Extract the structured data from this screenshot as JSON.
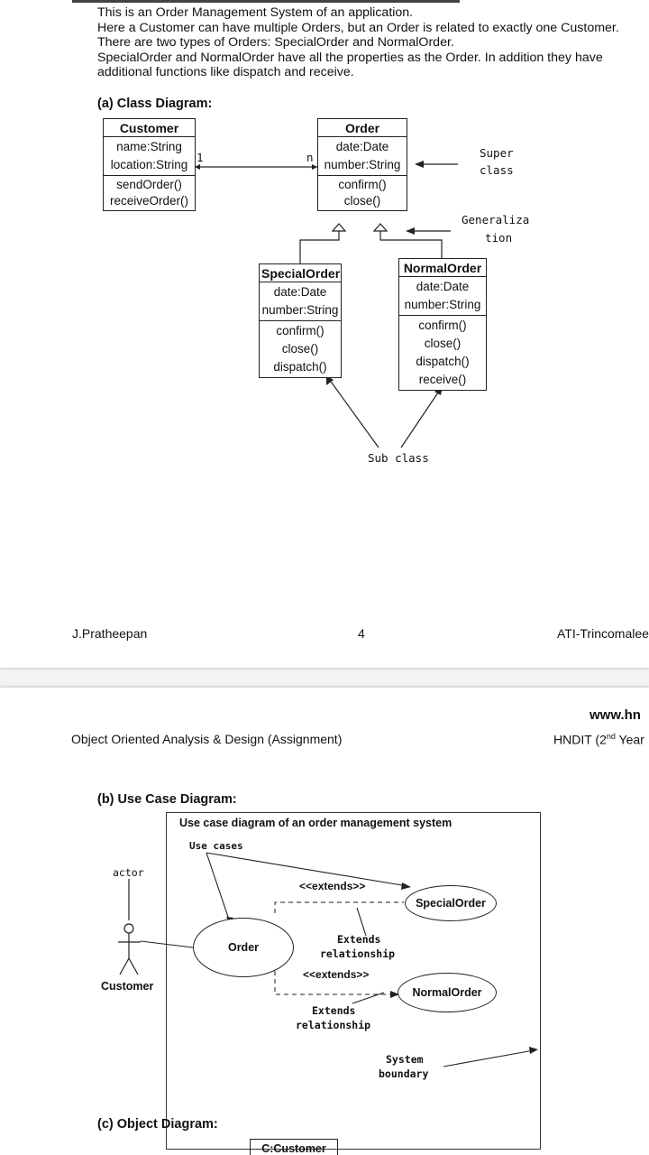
{
  "intro": {
    "lines": [
      "This is an Order Management System of an application.",
      "Here a Customer can have multiple Orders, but an Order is related to exactly one Customer.",
      "There are two types of Orders: SpecialOrder and NormalOrder.",
      "SpecialOrder and NormalOrder have all the properties as the Order. In addition they have",
      "additional functions like dispatch and receive."
    ]
  },
  "class_diagram": {
    "heading": "(a) Class Diagram:",
    "customer": {
      "name": "Customer",
      "attrs": [
        "name:String",
        "location:String"
      ],
      "methods": [
        "sendOrder()",
        "receiveOrder()"
      ]
    },
    "order": {
      "name": "Order",
      "attrs": [
        "date:Date",
        "number:String"
      ],
      "methods": [
        "confirm()",
        "close()"
      ]
    },
    "special": {
      "name": "SpecialOrder",
      "attrs": [
        "date:Date",
        "number:String"
      ],
      "methods": [
        "confirm()",
        "close()",
        "dispatch()"
      ]
    },
    "normal": {
      "name": "NormalOrder",
      "attrs": [
        "date:Date",
        "number:String"
      ],
      "methods": [
        "confirm()",
        "close()",
        "dispatch()",
        "receive()"
      ]
    },
    "mult_one": "1",
    "mult_n": "n",
    "label_super_1": "Super",
    "label_super_2": "class",
    "label_gen_1": "Generaliza",
    "label_gen_2": "tion",
    "label_sub": "Sub class"
  },
  "footer": {
    "left": "J.Pratheepan",
    "center": "4",
    "right": "ATI-Trincomalee"
  },
  "page2_header": {
    "url": "www.hn",
    "course": "Object Oriented Analysis & Design (Assignment)",
    "year_prefix": "HNDIT (2",
    "year_sup": "nd",
    "year_suffix": " Year"
  },
  "use_case": {
    "heading": "(b) Use Case Diagram:",
    "box_title": "Use case diagram of an order management system",
    "use_cases_label": "Use cases",
    "actor_label": "actor",
    "actor_name": "Customer",
    "uc_order": "Order",
    "uc_special": "SpecialOrder",
    "uc_normal": "NormalOrder",
    "extends_1": "<<extends>>",
    "extends_2": "<<extends>>",
    "ext_rel_1a": "Extends",
    "ext_rel_1b": "relationship",
    "ext_rel_2a": "Extends",
    "ext_rel_2b": "relationship",
    "sys_1": "System",
    "sys_2": "boundary"
  },
  "object_diagram": {
    "heading": "(c) Object Diagram:",
    "first_box": "C:Customer"
  }
}
